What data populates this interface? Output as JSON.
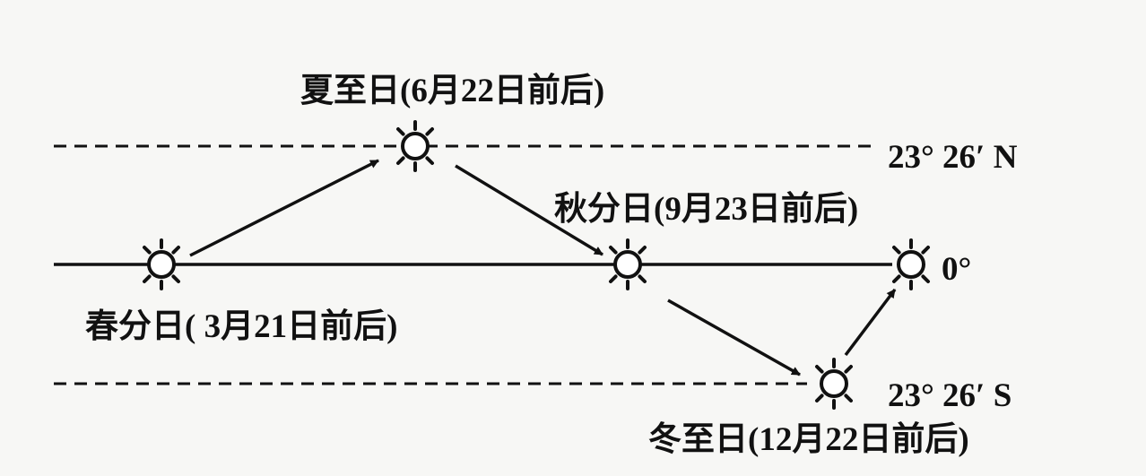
{
  "labels": {
    "summer_solstice": "夏至日(6月22日前后)",
    "autumn_equinox": "秋分日(9月23日前后)",
    "spring_equinox": "春分日( 3月21日前后)",
    "winter_solstice": "冬至日(12月22日前后)",
    "tropic_north": "23° 26′ N",
    "equator": "0°",
    "tropic_south": "23° 26′ S"
  },
  "colors": {
    "line": "#111111",
    "background": "#f7f7f5"
  },
  "icons": {
    "sun": "sun-icon"
  }
}
